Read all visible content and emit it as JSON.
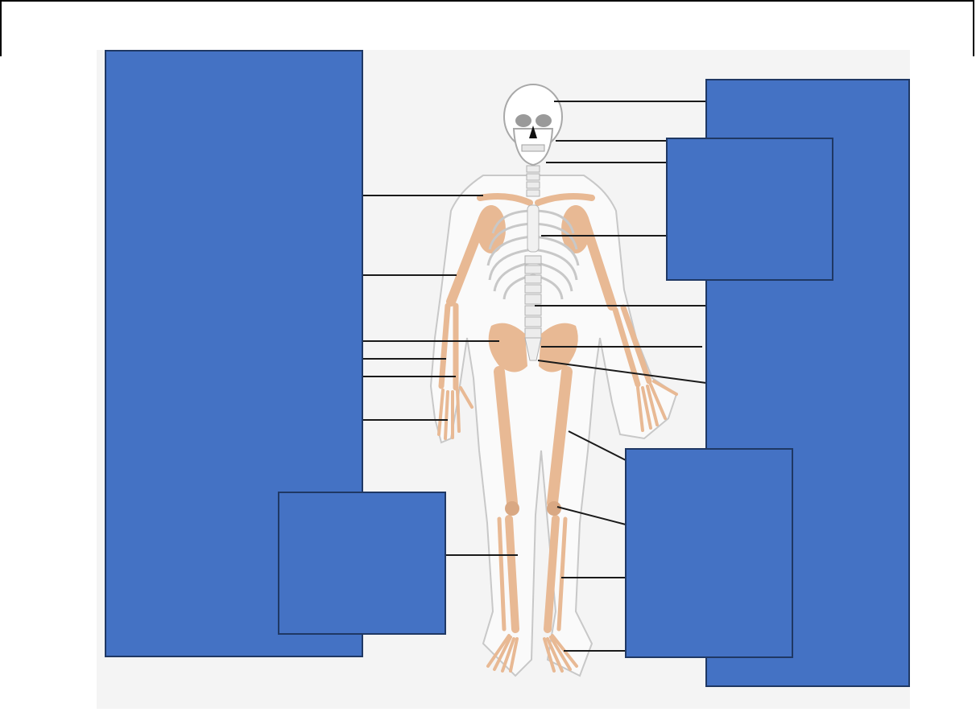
{
  "diagram": {
    "colors": {
      "background": "#f4f4f4",
      "bone": "#e8b994",
      "bone_dark": "#c99572",
      "skull": "#ffffff",
      "outline": "#b9b9b9",
      "leader_line": "#1a1a1a",
      "label_cover": "#4472c4",
      "label_cover_border": "#1f3864"
    },
    "label_covers": [
      "left-tall-box",
      "right-tall-box",
      "right-upper-box",
      "lower-left-box",
      "lower-right-box"
    ]
  }
}
